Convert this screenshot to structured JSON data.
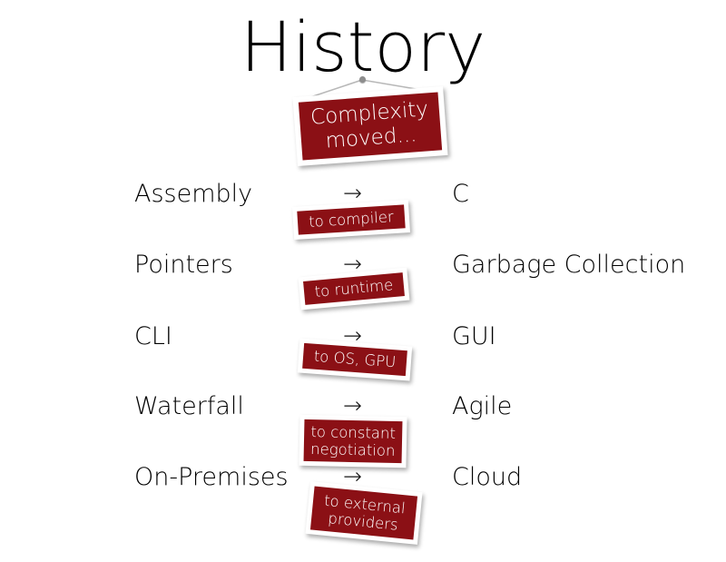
{
  "slide": {
    "title": "History",
    "background_color": "#ffffff",
    "text_color": "#000000",
    "accent_color": "#8b1015",
    "sign_frame_color": "#ffffff"
  },
  "hero_sign": {
    "name": "complexity-moved-sign",
    "lines": [
      "Complexity",
      "moved..."
    ],
    "color": "#8b1015"
  },
  "arrow": {
    "glyph": "→",
    "name": "right-arrow-icon"
  },
  "rows": [
    {
      "from": "Assembly",
      "to": "C",
      "arrow": "→",
      "caption_lines": [
        "to compiler"
      ]
    },
    {
      "from": "Pointers",
      "to": "Garbage Collection",
      "arrow": "→",
      "caption_lines": [
        "to runtime"
      ]
    },
    {
      "from": "CLI",
      "to": "GUI",
      "arrow": "→",
      "caption_lines": [
        "to OS, GPU"
      ]
    },
    {
      "from": "Waterfall",
      "to": "Agile",
      "arrow": "→",
      "caption_lines": [
        "to constant",
        "negotiation"
      ]
    },
    {
      "from": "On-Premises",
      "to": "Cloud",
      "arrow": "→",
      "caption_lines": [
        "to external",
        "providers"
      ]
    }
  ]
}
